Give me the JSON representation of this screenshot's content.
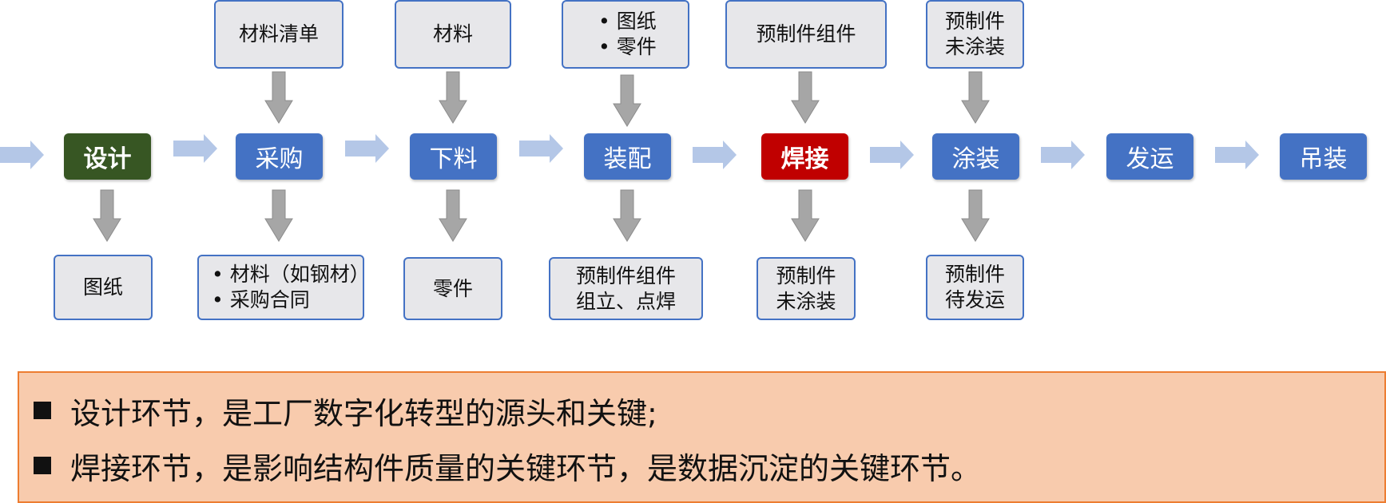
{
  "process_steps": [
    {
      "label": "设计",
      "color": "#375623"
    },
    {
      "label": "采购",
      "color": "#4472c4"
    },
    {
      "label": "下料",
      "color": "#4472c4"
    },
    {
      "label": "装配",
      "color": "#4472c4"
    },
    {
      "label": "焊接",
      "color": "#c00000"
    },
    {
      "label": "涂装",
      "color": "#4472c4"
    },
    {
      "label": "发运",
      "color": "#4472c4"
    },
    {
      "label": "吊装",
      "color": "#4472c4"
    }
  ],
  "inputs": {
    "caigou": [
      "材料清单"
    ],
    "xialiao": [
      "材料"
    ],
    "zhuangpei": [
      "• 图纸",
      "• 零件"
    ],
    "hanjie": [
      "预制件组件"
    ],
    "tuzhuang": [
      "预制件",
      "未涂装"
    ]
  },
  "outputs": {
    "sheji": [
      "图纸"
    ],
    "caigou": [
      "• 材料（如钢材）",
      "• 采购合同"
    ],
    "xialiao": [
      "零件"
    ],
    "zhuangpei": [
      "预制件组件",
      "组立、点焊"
    ],
    "hanjie": [
      "预制件",
      "未涂装"
    ],
    "tuzhuang": [
      "预制件",
      "待发运"
    ]
  },
  "notes": [
    "设计环节，是工厂数字化转型的源头和关键;",
    "焊接环节，是影响结构件质量的关键环节，是数据沉淀的关键环节。"
  ],
  "colors": {
    "box_border": "#4472c4",
    "box_fill": "#e7e7ea",
    "step_blue": "#4472c4",
    "step_green": "#375623",
    "step_red": "#c00000",
    "h_arrow": "#b4c7e7",
    "v_arrow": "#a6a6a6",
    "note_fill": "#f8cbad",
    "note_border": "#ed7d31"
  }
}
